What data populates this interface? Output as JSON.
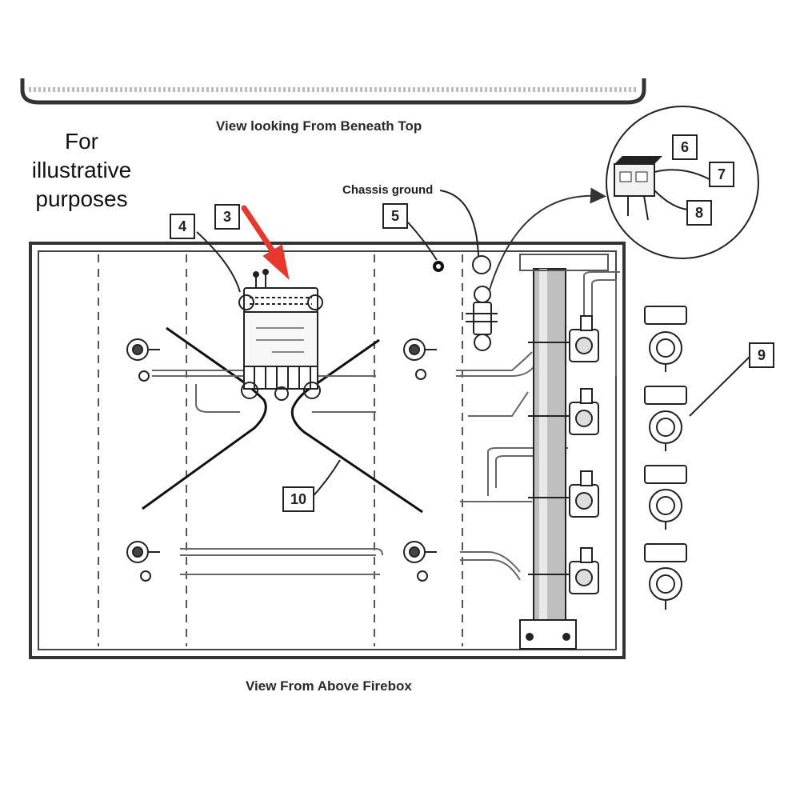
{
  "captions": {
    "top_view": "View looking From Beneath Top",
    "bottom_view": "View From Above Firebox"
  },
  "note": {
    "line1": "For",
    "line2": "illustrative",
    "line3": "purposes"
  },
  "labels": {
    "chassis_ground": "Chassis ground"
  },
  "callouts": {
    "c3": "3",
    "c4": "4",
    "c5": "5",
    "c6": "6",
    "c7": "7",
    "c8": "8",
    "c9": "9",
    "c10": "10"
  },
  "colors": {
    "line": "#222222",
    "arrow": "#e8372c"
  }
}
